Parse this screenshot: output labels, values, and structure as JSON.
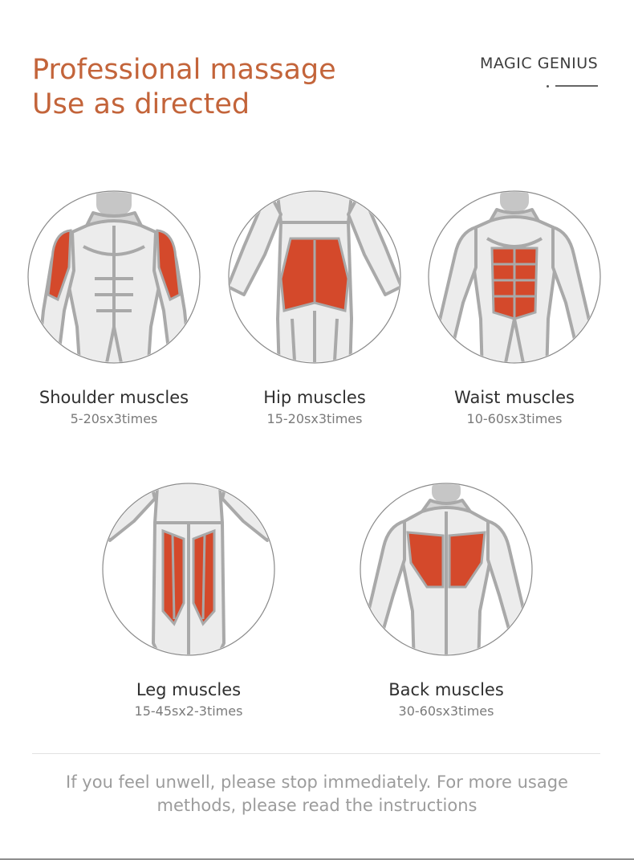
{
  "header": {
    "title_line1": "Professional massage",
    "title_line2": "Use as directed",
    "brand": "MAGIC GENIUS"
  },
  "muscles": [
    {
      "name": "Shoulder muscles",
      "duration": "5-20sx3times",
      "view": "front",
      "highlight": "shoulders",
      "icon": "shoulder-muscles-icon"
    },
    {
      "name": "Hip muscles",
      "duration": "15-20sx3times",
      "view": "back",
      "highlight": "hips",
      "icon": "hip-muscles-icon"
    },
    {
      "name": "Waist muscles",
      "duration": "10-60sx3times",
      "view": "front",
      "highlight": "abdomen",
      "icon": "waist-muscles-icon"
    },
    {
      "name": "Leg muscles",
      "duration": "15-45sx2-3times",
      "view": "front",
      "highlight": "thighs",
      "icon": "leg-muscles-icon"
    },
    {
      "name": "Back muscles",
      "duration": "30-60sx3times",
      "view": "back",
      "highlight": "lats",
      "icon": "back-muscles-icon"
    }
  ],
  "notice": "If you feel unwell, please stop immediately. For more usage methods, please read the instructions",
  "colors": {
    "accent": "#c3643a",
    "highlight": "#d4492b",
    "muscle_fill": "#ececec",
    "outline": "#a9a9a9",
    "head": "#c6c6c6"
  }
}
